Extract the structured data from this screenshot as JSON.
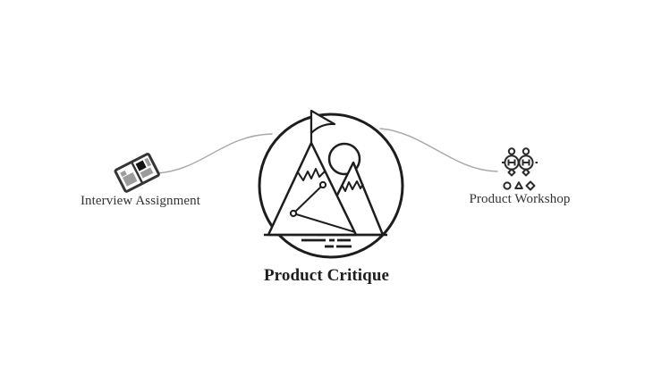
{
  "diagram": {
    "colors": {
      "background": "#ffffff",
      "ink": "#1d1d1d",
      "connector": "#a8a8a8",
      "text": "#333333",
      "icon_gray": "#9c9c9c",
      "icon_dark": "#141414"
    },
    "nodes": {
      "left": {
        "label": "Interview Assignment",
        "icon": "newspaper-icon"
      },
      "center": {
        "label": "Product Critique",
        "icon": "mountain-summit-badge-icon"
      },
      "right": {
        "label": "Product Workshop",
        "icon": "team-workshop-icon"
      }
    }
  }
}
